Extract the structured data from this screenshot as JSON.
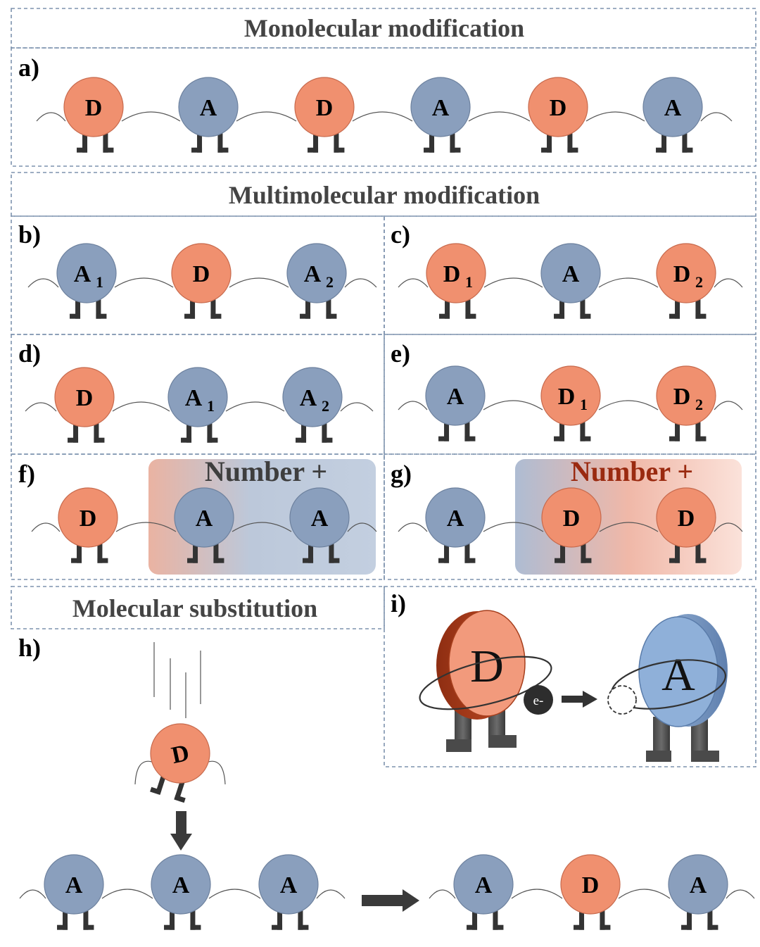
{
  "titles": {
    "mono": "Monolecular modification",
    "multi": "Multimolecular modification",
    "subst": "Molecular substitution"
  },
  "labels": {
    "a": "a)",
    "b": "b)",
    "c": "c)",
    "d": "d)",
    "e": "e)",
    "f": "f)",
    "g": "g)",
    "h": "h)",
    "i": "i)"
  },
  "number_plus": "Number +",
  "electron_label": "e-",
  "colors": {
    "donor": "#f0906f",
    "acceptor": "#8a9fbd",
    "donor_3d_edge": "#b3401f",
    "acceptor_3d_edge": "#6d8fbe",
    "box_border": "#7d92ad"
  },
  "panels": {
    "a": [
      {
        "letter": "D",
        "sub": ""
      },
      {
        "letter": "A",
        "sub": ""
      },
      {
        "letter": "D",
        "sub": ""
      },
      {
        "letter": "A",
        "sub": ""
      },
      {
        "letter": "D",
        "sub": ""
      },
      {
        "letter": "A",
        "sub": ""
      }
    ],
    "b": [
      {
        "letter": "A",
        "sub": "1"
      },
      {
        "letter": "D",
        "sub": ""
      },
      {
        "letter": "A",
        "sub": "2"
      }
    ],
    "c": [
      {
        "letter": "D",
        "sub": "1"
      },
      {
        "letter": "A",
        "sub": ""
      },
      {
        "letter": "D",
        "sub": "2"
      }
    ],
    "d": [
      {
        "letter": "D",
        "sub": ""
      },
      {
        "letter": "A",
        "sub": "1"
      },
      {
        "letter": "A",
        "sub": "2"
      }
    ],
    "e": [
      {
        "letter": "A",
        "sub": ""
      },
      {
        "letter": "D",
        "sub": "1"
      },
      {
        "letter": "D",
        "sub": "2"
      }
    ],
    "f": [
      {
        "letter": "D",
        "sub": ""
      },
      {
        "letter": "A",
        "sub": ""
      },
      {
        "letter": "A",
        "sub": ""
      }
    ],
    "g": [
      {
        "letter": "A",
        "sub": ""
      },
      {
        "letter": "D",
        "sub": ""
      },
      {
        "letter": "D",
        "sub": ""
      }
    ],
    "h_falling": {
      "letter": "D",
      "sub": ""
    },
    "h_before": [
      {
        "letter": "A",
        "sub": ""
      },
      {
        "letter": "A",
        "sub": ""
      },
      {
        "letter": "A",
        "sub": ""
      }
    ],
    "h_after": [
      {
        "letter": "A",
        "sub": ""
      },
      {
        "letter": "D",
        "sub": ""
      },
      {
        "letter": "A",
        "sub": ""
      }
    ],
    "i": [
      {
        "letter": "D",
        "sub": ""
      },
      {
        "letter": "A",
        "sub": ""
      }
    ]
  }
}
